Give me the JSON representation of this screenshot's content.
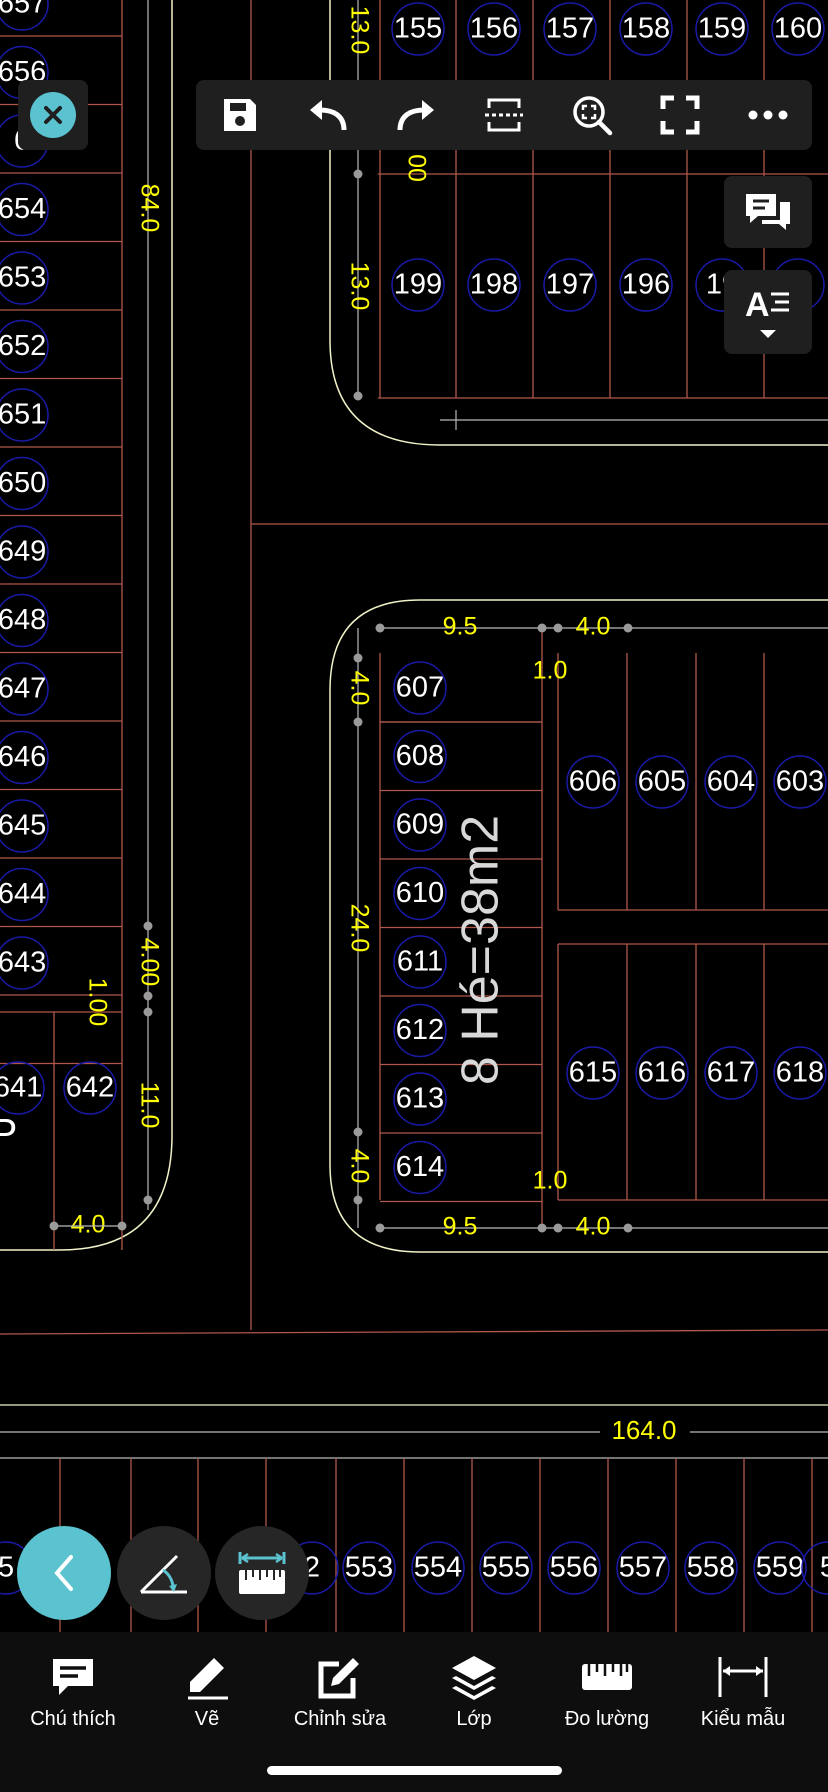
{
  "toolbar": {
    "items": [
      {
        "name": "save-icon"
      },
      {
        "name": "undo-icon"
      },
      {
        "name": "redo-icon"
      },
      {
        "name": "section-cut-icon"
      },
      {
        "name": "zoom-window-icon"
      },
      {
        "name": "fullscreen-icon"
      },
      {
        "name": "more-icon"
      }
    ]
  },
  "side_buttons": [
    "comments-icon",
    "text-style-icon"
  ],
  "fab_buttons": [
    "back-chevron-icon",
    "angle-measure-icon",
    "ruler-measure-icon"
  ],
  "bottom_nav": [
    {
      "label": "Chú thích",
      "icon": "annotation-icon"
    },
    {
      "label": "Vẽ",
      "icon": "pencil-icon"
    },
    {
      "label": "Chỉnh sửa",
      "icon": "edit-icon"
    },
    {
      "label": "Lớp",
      "icon": "layers-icon"
    },
    {
      "label": "Đo lường",
      "icon": "ruler-icon"
    },
    {
      "label": "Kiểu mẫu",
      "icon": "dimension-style-icon"
    }
  ],
  "drawing": {
    "top_lots": [
      "155",
      "156",
      "157",
      "158",
      "159",
      "160"
    ],
    "top_lots_row2": [
      "199",
      "198",
      "197",
      "196",
      "19",
      "4"
    ],
    "left_lots": [
      "657",
      "656",
      "6",
      "654",
      "653",
      "652",
      "651",
      "650",
      "649",
      "648",
      "647",
      "646",
      "645",
      "644",
      "643"
    ],
    "left_bottom_lots": [
      "641",
      "642"
    ],
    "block_left_lots": [
      "607",
      "608",
      "609",
      "610",
      "611",
      "612",
      "613",
      "614"
    ],
    "block_top_lots": [
      "606",
      "605",
      "604",
      "603"
    ],
    "block_bottom_lots": [
      "615",
      "616",
      "617",
      "618"
    ],
    "bottom_row_lots": [
      "5",
      "2",
      "553",
      "554",
      "555",
      "556",
      "557",
      "558",
      "559",
      "5"
    ],
    "block_title": "8 Hé=38m2",
    "dimensions": {
      "top_left_vertical": "13.0",
      "top_row2_vertical": "13.0",
      "top_small": "00",
      "left_road": "84.0",
      "left_road_small": "4.00",
      "left_small": "1.00",
      "left_lower": "11.0",
      "left_bottom_width": "4.0",
      "block_top_width_a": "9.5",
      "block_top_width_b": "4.0",
      "block_gap_top": "1.0",
      "block_left_top": "4.0",
      "block_left_mid": "24.0",
      "block_left_bottom": "4.0",
      "block_gap_bottom": "1.0",
      "block_bottom_width_a": "9.5",
      "block_bottom_width_b": "4.0",
      "long_dimension": "164.0"
    }
  },
  "colors": {
    "accent": "#5bc3cf",
    "dimension_text": "#ffff00",
    "lot_circle": "#1a1aa8",
    "lot_line": "#b0584a",
    "outline": "#f2f2c8"
  }
}
